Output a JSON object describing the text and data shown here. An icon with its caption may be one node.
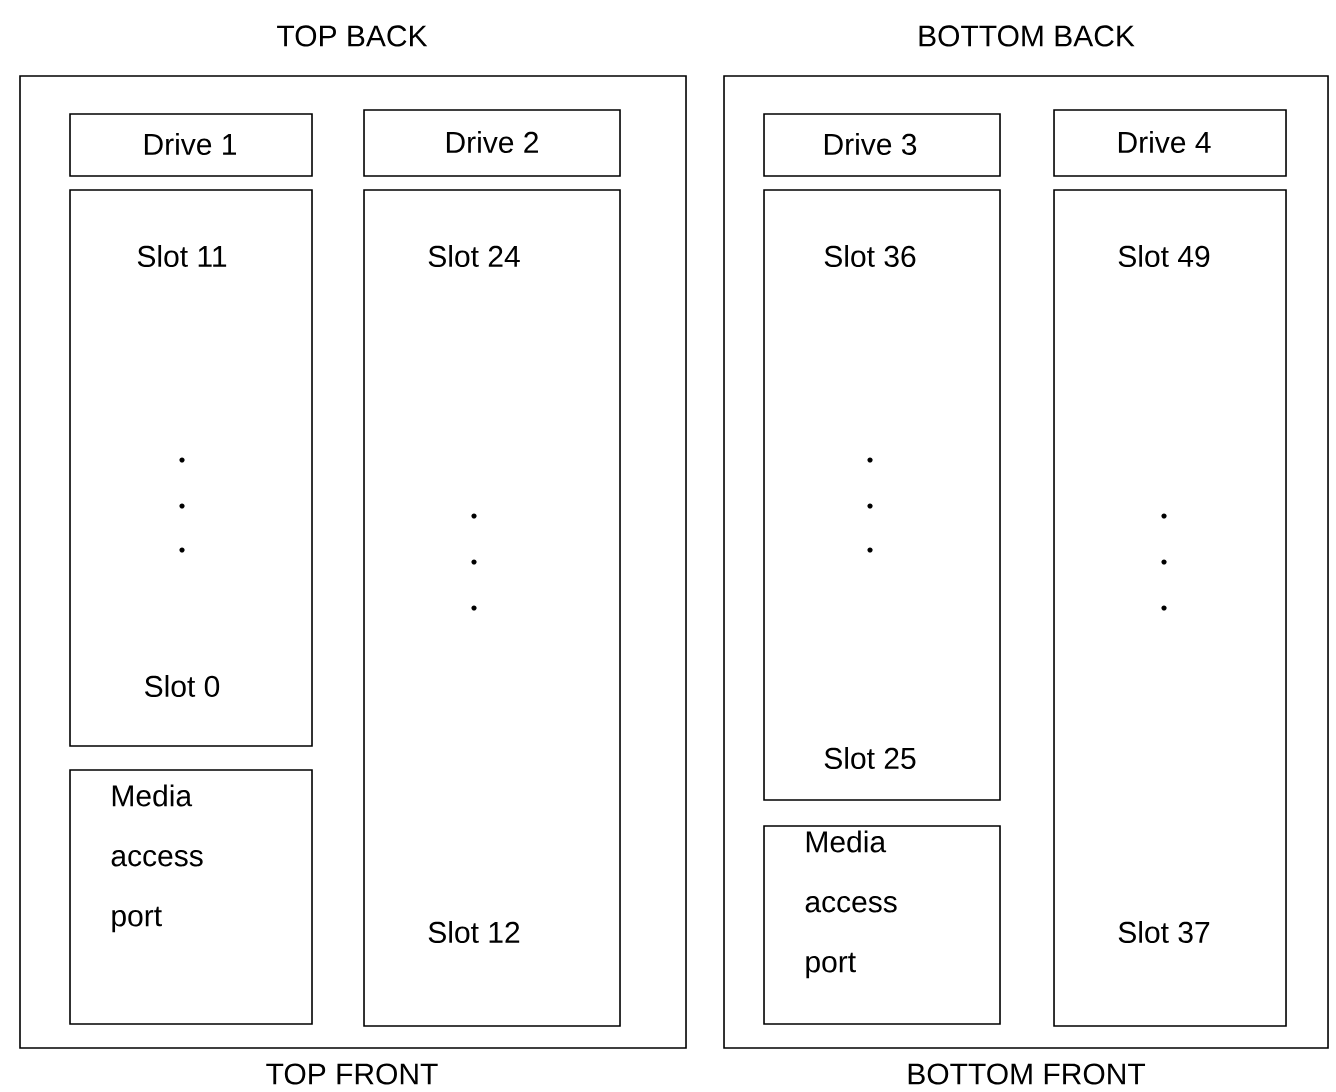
{
  "diagram": {
    "nodes": [
      {
        "text": [
          "TOP BACK",
          "TOP FRONT"
        ]
      },
      {
        "text": [
          "Drive 1"
        ],
        "in": 0
      },
      {
        "text": [
          "Drive 2"
        ],
        "in": 0
      },
      {
        "text": [
          "Slot 11",
          "Slot 0"
        ],
        "in": 0
      },
      {
        "text": [
          "Media access port"
        ],
        "in": 0
      },
      {
        "text": [
          "Slot 24",
          "Slot 12"
        ],
        "in": 0
      },
      {
        "text": [
          "BOTTOM BACK",
          "BOTTOM FRONT"
        ]
      },
      {
        "text": [
          "Drive 3"
        ],
        "in": 6
      },
      {
        "text": [
          "Drive 4"
        ],
        "in": 6
      },
      {
        "text": [
          "Slot 36",
          "Slot 25"
        ],
        "in": 6
      },
      {
        "text": [
          "Media access port"
        ],
        "in": 6
      },
      {
        "text": [
          "Slot 49",
          "Slot 37"
        ],
        "in": 6
      }
    ]
  }
}
